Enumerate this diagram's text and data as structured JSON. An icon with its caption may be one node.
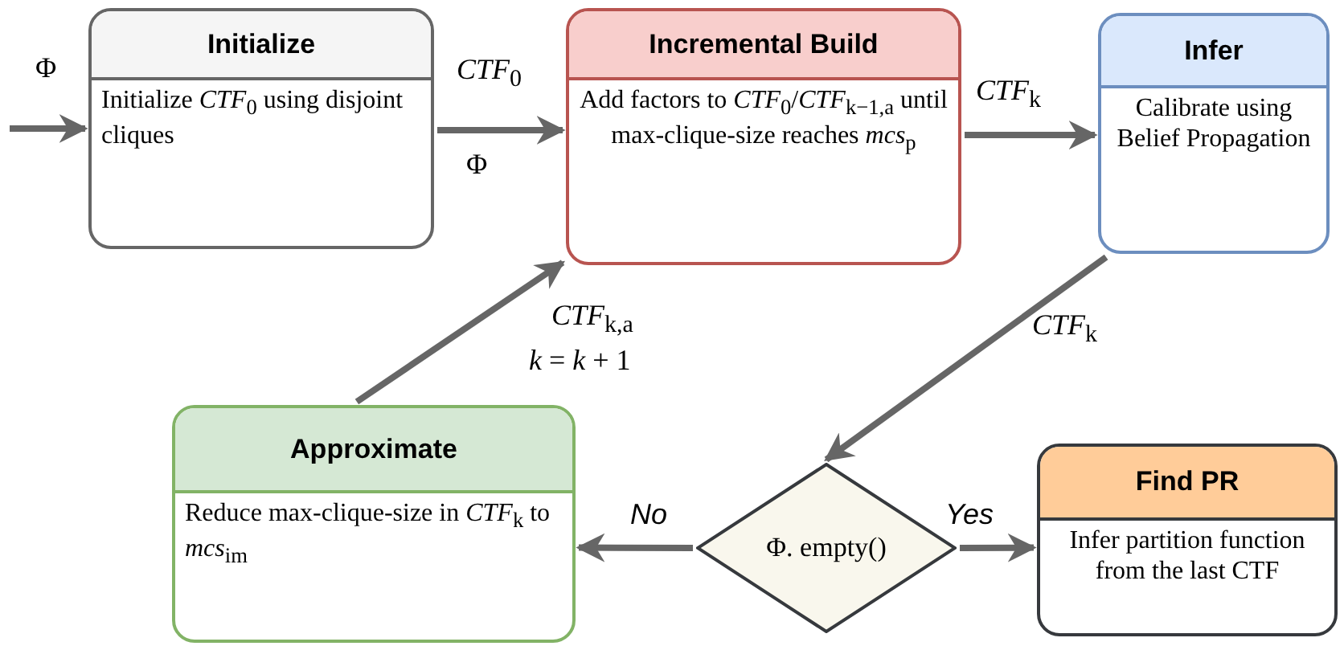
{
  "diagram": {
    "nodes": [
      {
        "text": [
          "Initialize",
          "Initialize *CTF*$_{0}$ using disjoint cliques"
        ]
      },
      {
        "text": [
          "Incremental Build",
          "Add factors to *CTF*$_{0}$/*CTF*$_{k−1,a}$ until max-clique-size reaches *mcs*$_{p}$"
        ]
      },
      {
        "text": [
          "Infer",
          "Calibrate using Belief Propagation"
        ]
      },
      {
        "text": [
          "Approximate",
          "Reduce max-clique-size in *CTF*$_{k}$ to *mcs*$_{im}$"
        ]
      },
      {
        "text": [
          "Φ. empty()"
        ]
      },
      {
        "text": [
          "Find PR",
          "Infer partition function from the last CTF"
        ]
      }
    ],
    "edges": [
      {
        "from": null,
        "to": 0,
        "arrow": "to",
        "label": "Φ"
      },
      {
        "from": 0,
        "to": 1,
        "arrow": "to",
        "label": "*CTF*$_{0}$"
      },
      {
        "from": 1,
        "to": 2,
        "arrow": "to",
        "label": "*CTF*$_{k}$"
      },
      {
        "from": 2,
        "to": 4,
        "arrow": "to",
        "label": "*CTF*$_{k}$"
      },
      {
        "from": 4,
        "to": 3,
        "arrow": "to",
        "label": "No"
      },
      {
        "from": 4,
        "to": 5,
        "arrow": "to",
        "label": "Yes"
      },
      {
        "from": 3,
        "to": 1,
        "arrow": "to",
        "label": "*CTF*$_{k,a}$"
      }
    ],
    "labels": [
      "Φ",
      "*k* = *k* + 1"
    ]
  }
}
